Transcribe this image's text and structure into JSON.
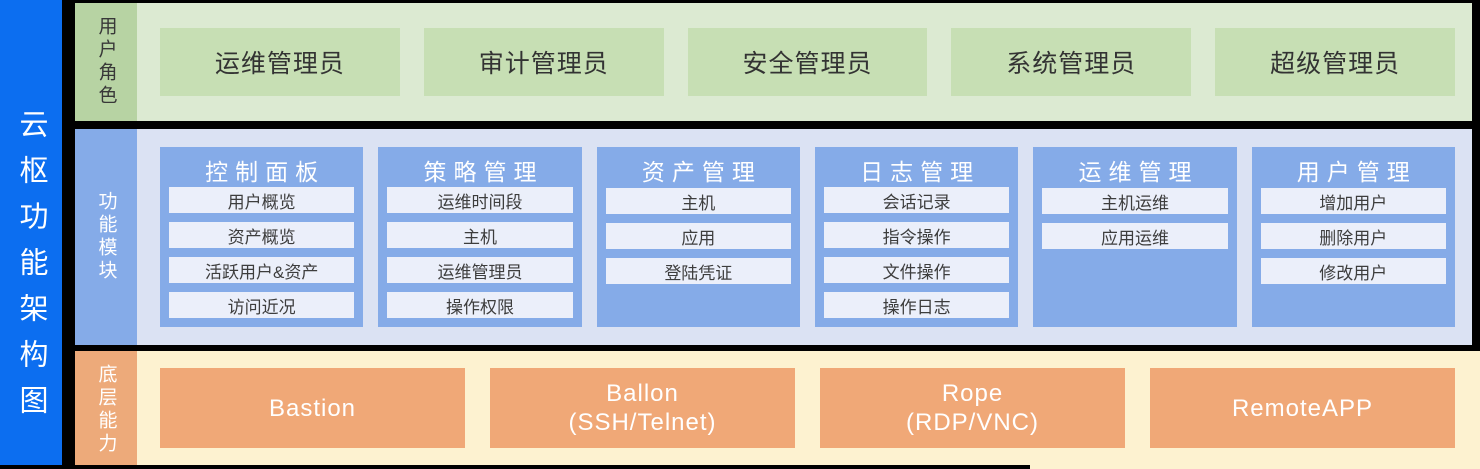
{
  "diagram": {
    "title": "云枢功能架构图"
  },
  "user_roles": {
    "label": "用户角色",
    "items": [
      "运维管理员",
      "审计管理员",
      "安全管理员",
      "系统管理员",
      "超级管理员"
    ]
  },
  "function_modules": {
    "label": "功能模块",
    "columns": [
      {
        "title": "控制面板",
        "items": [
          "用户概览",
          "资产概览",
          "活跃用户&资产",
          "访问近况"
        ]
      },
      {
        "title": "策略管理",
        "items": [
          "运维时间段",
          "主机",
          "运维管理员",
          "操作权限"
        ]
      },
      {
        "title": "资产管理",
        "items": [
          "主机",
          "应用",
          "登陆凭证"
        ]
      },
      {
        "title": "日志管理",
        "items": [
          "会话记录",
          "指令操作",
          "文件操作",
          "操作日志"
        ]
      },
      {
        "title": "运维管理",
        "items": [
          "主机运维",
          "应用运维"
        ]
      },
      {
        "title": "用户管理",
        "items": [
          "增加用户",
          "删除用户",
          "修改用户"
        ]
      }
    ]
  },
  "base_capabilities": {
    "label": "底层能力",
    "items": [
      {
        "name": "Bastion",
        "protocol": ""
      },
      {
        "name": "Ballon",
        "protocol": "(SSH/Telnet)"
      },
      {
        "name": "Rope",
        "protocol": "(RDP/VNC)"
      },
      {
        "name": "RemoteAPP",
        "protocol": ""
      }
    ]
  },
  "colors": {
    "side_bar_blue": "#0c6ef0",
    "roles_row_bg": "#dcead2",
    "roles_label_bg": "#b7d3a3",
    "role_box_green": "#c7dfb4",
    "modules_row_bg": "#dbe2f3",
    "module_blue": "#85abe8",
    "module_item_bg": "#ebeffa",
    "caps_row_bg": "#fdf2d0",
    "cap_box_orange": "#f0a877",
    "frame_black": "#000000"
  }
}
